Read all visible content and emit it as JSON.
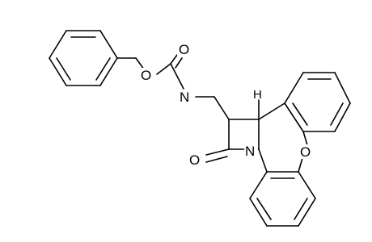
{
  "molecule": {
    "atoms": {
      "O_carbonyl_carbamate": "O",
      "O_ester": "O",
      "N_carbamate": "N",
      "H_stereo": "H",
      "O_lactam": "O",
      "N_lactam": "N",
      "O_ether": "O"
    },
    "colors": {
      "bond": "#000000",
      "label": "#000000",
      "background": "#ffffff"
    }
  }
}
